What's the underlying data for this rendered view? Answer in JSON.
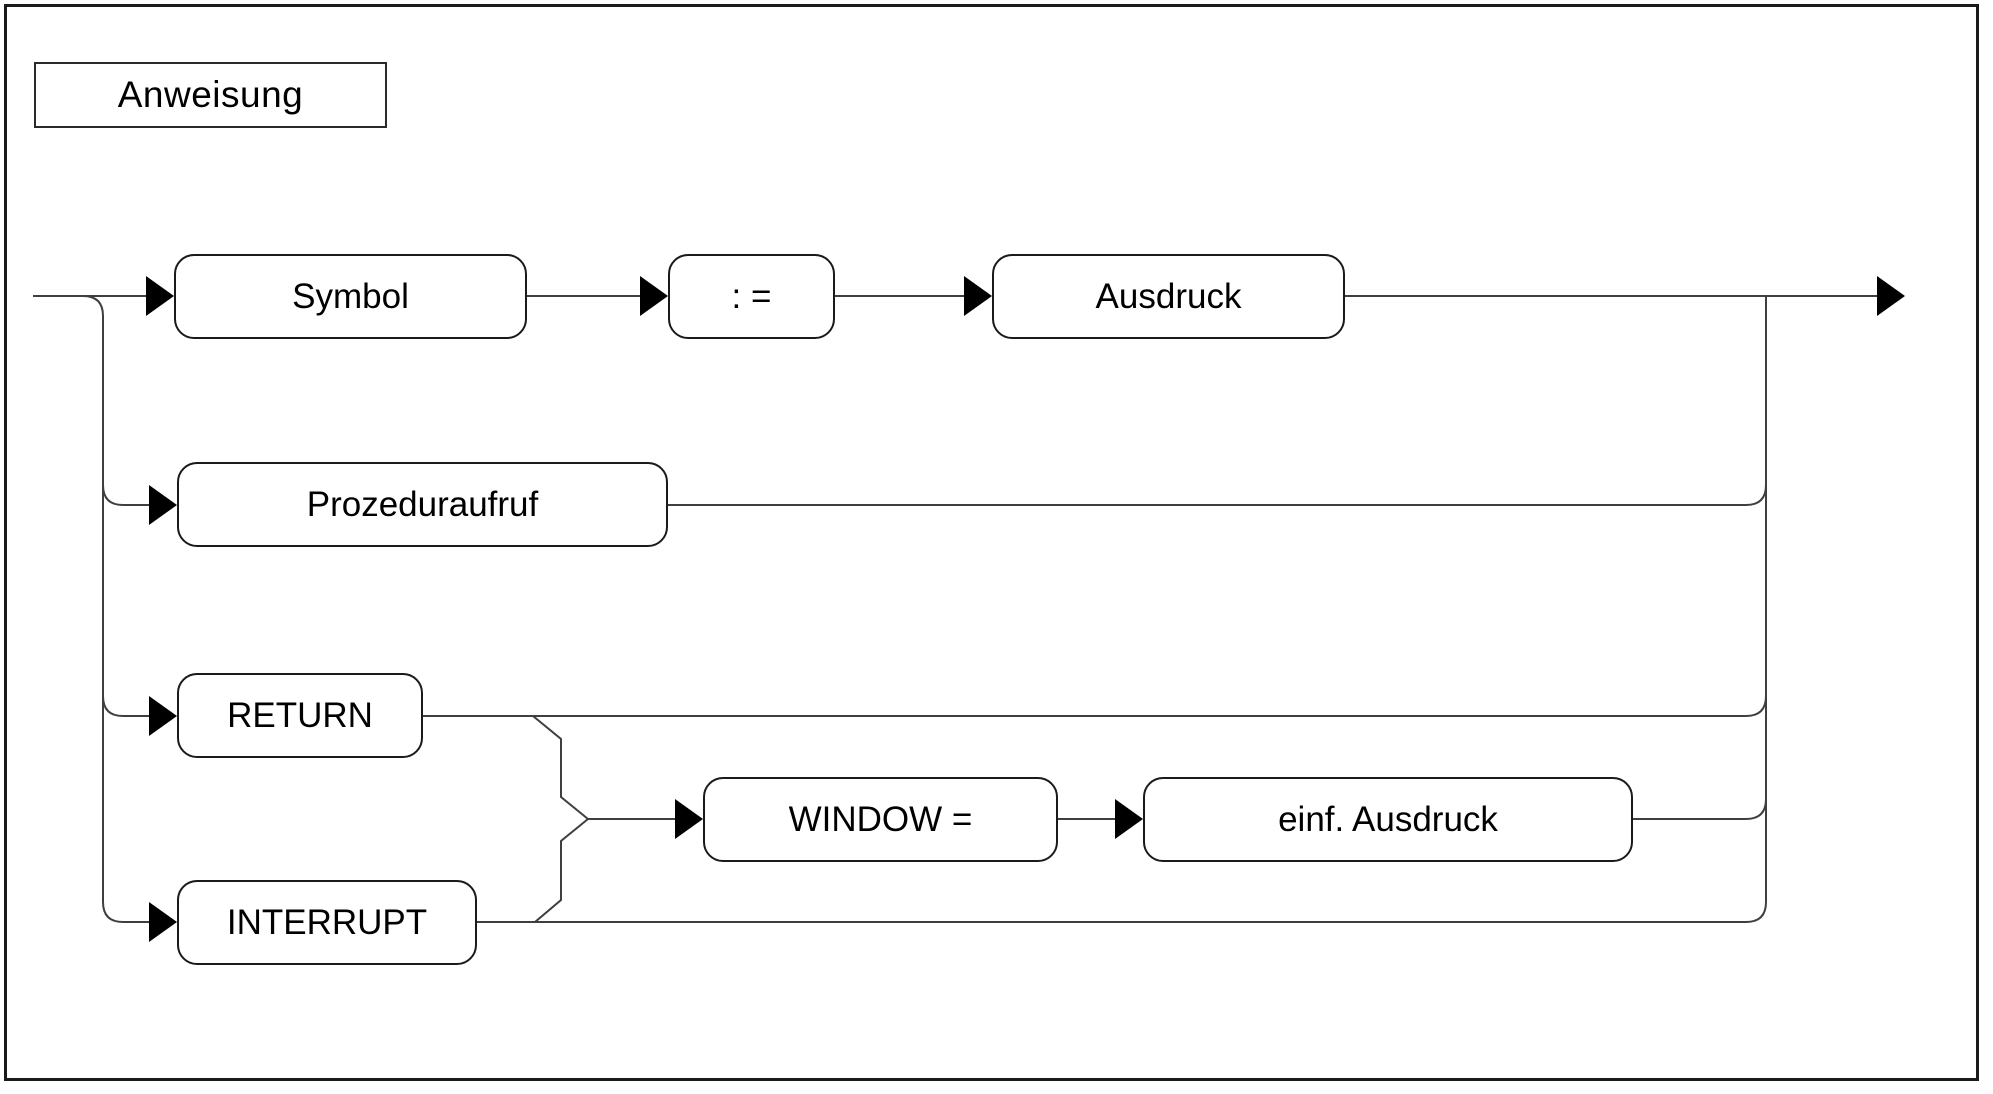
{
  "diagram": {
    "title": "Anweisung",
    "nodes": {
      "symbol": {
        "label": "Symbol"
      },
      "assign": {
        "label": ": ="
      },
      "ausdruck": {
        "label": "Ausdruck"
      },
      "prozeduraufruf": {
        "label": "Prozeduraufruf"
      },
      "return": {
        "label": "RETURN"
      },
      "window": {
        "label": "WINDOW ="
      },
      "einf_ausdruck": {
        "label": "einf. Ausdruck"
      },
      "interrupt": {
        "label": "INTERRUPT"
      }
    },
    "colors": {
      "line": "#3f3f3f",
      "box_border": "#1a1a1a",
      "arrow": "#000000",
      "background": "#ffffff"
    }
  }
}
